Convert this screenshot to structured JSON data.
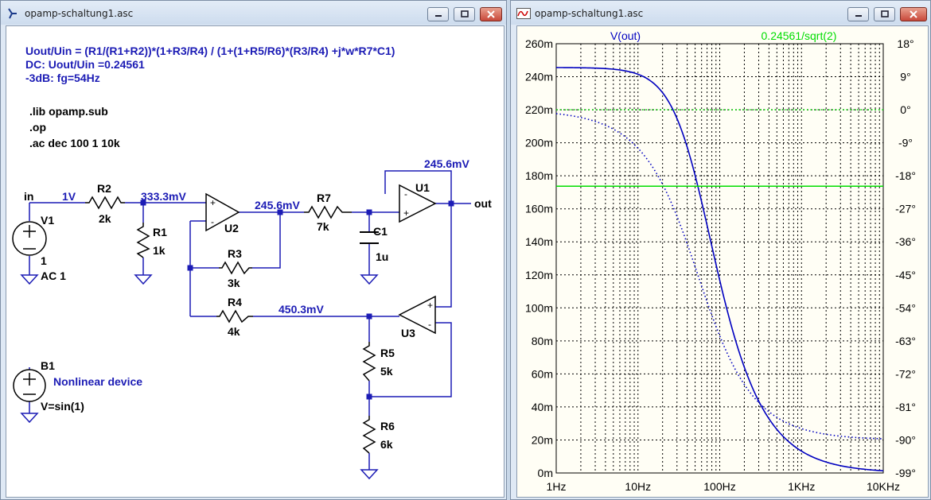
{
  "windows": {
    "schematic": {
      "title": "opamp-schaltung1.asc"
    },
    "waveform": {
      "title": "opamp-schaltung1.asc"
    }
  },
  "schematic": {
    "directives": {
      "formula": "Uout/Uin = (R1/(R1+R2))*(1+R3/R4) / (1+(1+R5/R6)*(R3/R4) +j*w*R7*C1)",
      "dc": "DC: Uout/Uin =0.24561",
      "f3db": "-3dB: fg=54Hz",
      "lib": ".lib opamp.sub",
      "op": ".op",
      "ac": ".ac dec 100 1 10k"
    },
    "nets": {
      "in": "in",
      "out": "out"
    },
    "voltages": {
      "v_in": "1V",
      "v_r2r1": "333.3mV",
      "v_u2out": "245.6mV",
      "v_u1out": "245.6mV",
      "v_r4r5": "450.3mV"
    },
    "components": {
      "r2": {
        "name": "R2",
        "value": "2k"
      },
      "r1": {
        "name": "R1",
        "value": "1k"
      },
      "r3": {
        "name": "R3",
        "value": "3k"
      },
      "r4": {
        "name": "R4",
        "value": "4k"
      },
      "r5": {
        "name": "R5",
        "value": "5k"
      },
      "r6": {
        "name": "R6",
        "value": "6k"
      },
      "r7": {
        "name": "R7",
        "value": "7k"
      },
      "c1": {
        "name": "C1",
        "value": "1u"
      },
      "u1": {
        "name": "U1"
      },
      "u2": {
        "name": "U2"
      },
      "u3": {
        "name": "U3"
      },
      "v1": {
        "name": "V1",
        "dc": "1",
        "ac": "AC 1"
      },
      "b1": {
        "name": "B1",
        "desc": "Nonlinear device",
        "expr": "V=sin(1)"
      }
    }
  },
  "chart_data": {
    "type": "line",
    "x_scale": "log",
    "xlim": [
      1,
      10000
    ],
    "x_ticks": [
      "1Hz",
      "10Hz",
      "100Hz",
      "1KHz",
      "10KHz"
    ],
    "ylim": [
      0,
      0.26
    ],
    "y_ticks": [
      "0m",
      "20m",
      "40m",
      "60m",
      "80m",
      "100m",
      "120m",
      "140m",
      "160m",
      "180m",
      "200m",
      "220m",
      "240m",
      "260m"
    ],
    "y2lim": [
      -99,
      18
    ],
    "y2_ticks": [
      "18°",
      "9°",
      "0°",
      "-9°",
      "-18°",
      "-27°",
      "-36°",
      "-45°",
      "-54°",
      "-63°",
      "-72°",
      "-81°",
      "-90°",
      "-99°"
    ],
    "grid": true,
    "series": [
      {
        "name": "V(out)",
        "color": "#0000c0",
        "dc_gain": 0.24561,
        "corner_hz": 54,
        "x": [
          1,
          10,
          30,
          54,
          100,
          300,
          1000,
          10000
        ],
        "y": [
          0.2456,
          0.2446,
          0.2151,
          0.1737,
          0.1176,
          0.0437,
          0.0133,
          0.0013
        ],
        "phase_deg": [
          -1.1,
          -10.5,
          -29.1,
          -45.0,
          -61.6,
          -79.8,
          -86.9,
          -89.7
        ]
      },
      {
        "name": "0.24561/sqrt(2)",
        "color": "#00dd00",
        "value": 0.1737
      }
    ]
  }
}
